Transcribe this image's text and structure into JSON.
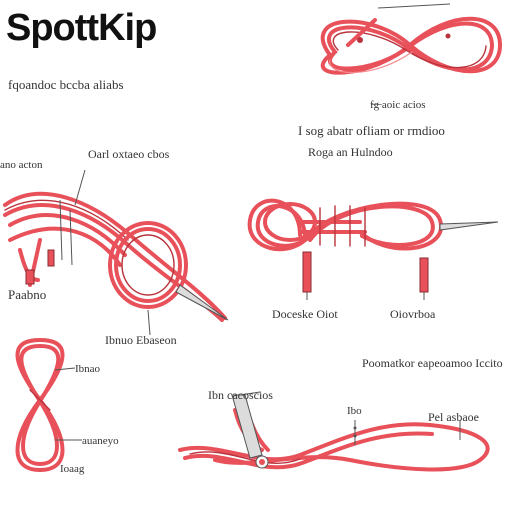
{
  "title": "SpottKip",
  "colors": {
    "rope": "#e8515a",
    "rope_dark": "#b8333c",
    "rope_light": "#f48a90",
    "ink": "#222222"
  },
  "labels": {
    "top_caption": "fqoandoc bccba aliabs",
    "top_right_small": "f̶g̶ aoic acios",
    "top_right_line1": "I sog abatr ofliam or rmdioo",
    "top_right_line2": "Roga an Hulndoo",
    "mid_left_top": "ano acton",
    "mid_center_top": "Oarl oxtaeo cbos",
    "mid_left_bottom": "Paabno",
    "mid_center_bottom": "Ibnuo Ebaseon",
    "mid_right_a": "Doceske Oiot",
    "mid_right_b": "Oiovrboa",
    "bottom_left_a": "Ibnao",
    "bottom_left_b": "auaneyo",
    "bottom_left_c": "Ioaag",
    "bottom_center_top": "Ibn cacoscios",
    "bottom_right_top": "Poomatkor eapeoamoo Iccito",
    "bottom_mid": "Ibo",
    "bottom_right_mid": "Pel asbaoe"
  }
}
